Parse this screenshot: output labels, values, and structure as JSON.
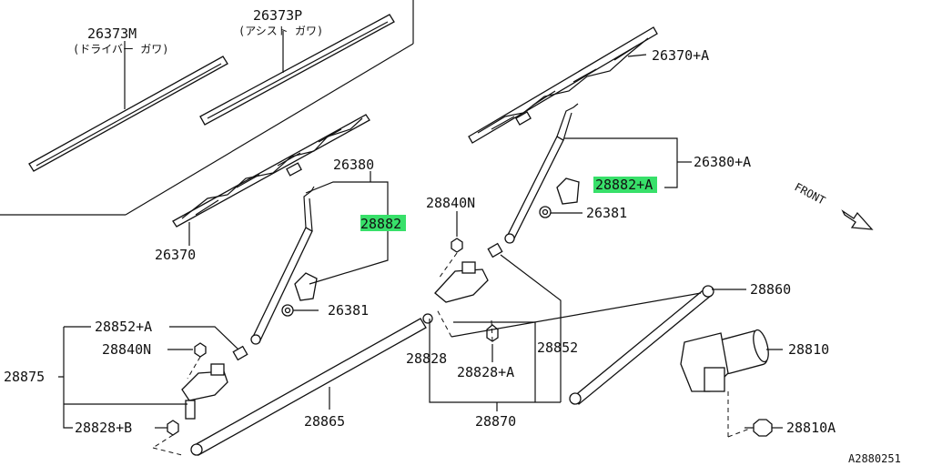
{
  "labels": {
    "p26373M": "26373M",
    "p26373M_note": "(ドライバー ガワ)",
    "p26373P": "26373P",
    "p26373P_note": "(アシスト ガワ)",
    "p26370A": "26370+A",
    "p26380A": "26380+A",
    "p28882A_main": "28882+",
    "p28882A_suffix": "A",
    "p26381_right": "26381",
    "p26380": "26380",
    "p28882_left": "28882",
    "p26370": "26370",
    "p26381_left": "26381",
    "p28840N_top": "28840N",
    "p28860": "28860",
    "p28810": "28810",
    "p28852A": "28852+A",
    "p28840N_left": "28840N",
    "p28875": "28875",
    "p28828B": "28828+B",
    "p28828": "28828",
    "p28828A": "28828+A",
    "p28852": "28852",
    "p28865": "28865",
    "p28870": "28870",
    "p28810A": "28810A",
    "front": "FRONT",
    "ref": "A2880251"
  },
  "colors": {
    "highlight": "#38e06a",
    "line": "#111111"
  },
  "icons": {
    "front_arrow": "front-arrow-icon"
  }
}
